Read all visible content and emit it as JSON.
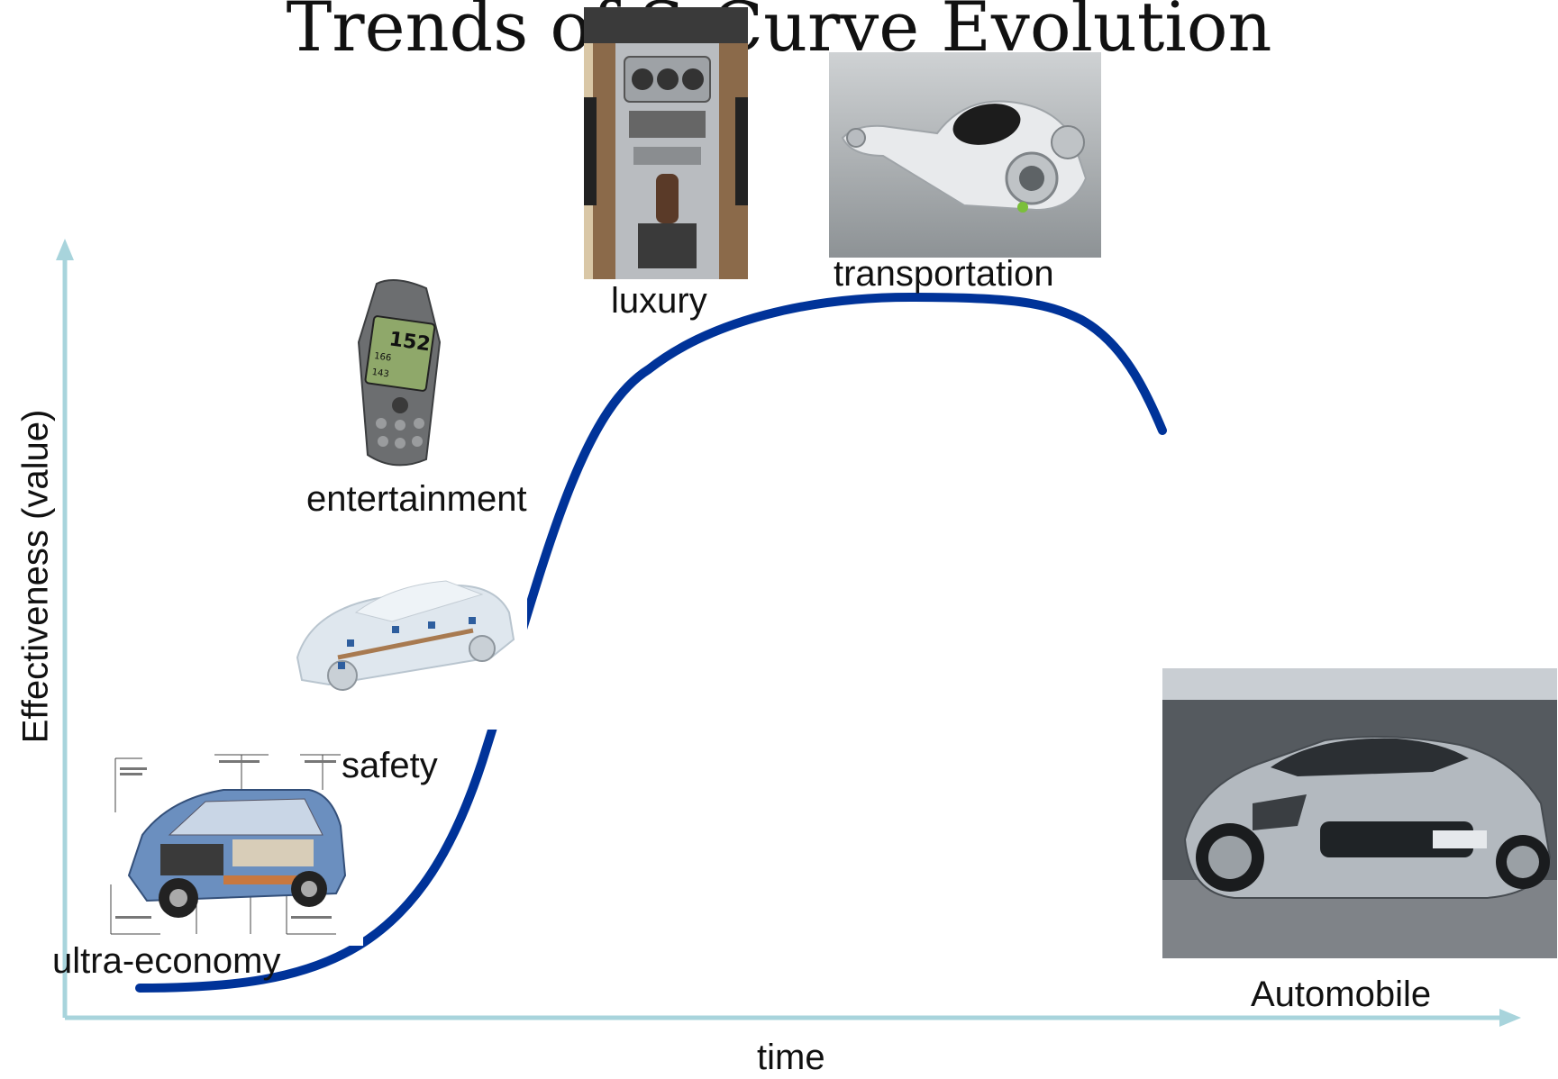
{
  "title": "Trends of S-Curve Evolution",
  "axes": {
    "y_label": "Effectiveness (value)",
    "x_label": "time"
  },
  "stages": [
    {
      "label": "ultra-economy"
    },
    {
      "label": "safety"
    },
    {
      "label": "entertainment"
    },
    {
      "label": "luxury"
    },
    {
      "label": "transportation"
    }
  ],
  "product": {
    "label": "Automobile"
  },
  "gps": {
    "screen_value": "152",
    "row1": "166",
    "row2": "143"
  },
  "colors": {
    "curve": "#003399",
    "axis": "#a8d4dc"
  }
}
